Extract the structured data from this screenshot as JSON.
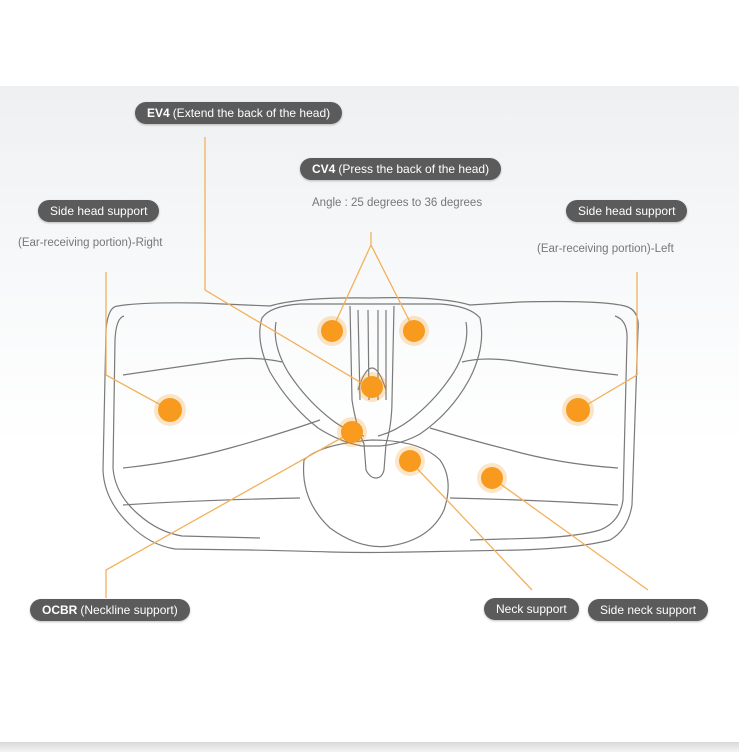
{
  "labels": {
    "ev4": {
      "code": "EV4",
      "text": "(Extend the back of the head)"
    },
    "cv4": {
      "code": "CV4",
      "text": "(Press the back of the head)"
    },
    "angle_note": "Angle : 25 degrees to 36 degrees",
    "side_head_right": {
      "text": "Side head support",
      "note": "(Ear-receiving portion)-Right"
    },
    "side_head_left": {
      "text": "Side head support",
      "note": "(Ear-receiving portion)-Left"
    },
    "ocbr": {
      "code": "OCBR",
      "text": "(Neckline support)"
    },
    "neck_support": "Neck support",
    "side_neck_support": "Side neck support"
  },
  "colors": {
    "accent": "#f79a1e",
    "leader": "#f2b15c",
    "pill": "#5b5b5b",
    "outline": "#7a7a7a"
  }
}
